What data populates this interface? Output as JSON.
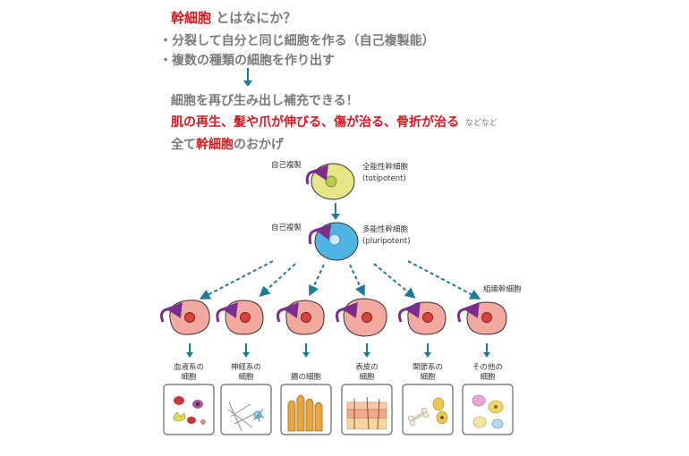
{
  "intro": {
    "title_red": "幹細胞",
    "title_rest": " とはなにか？",
    "bullet1": "・分裂して自分と同じ細胞を作る（自己複製能）",
    "bullet2": "・複数の種類の細胞を作り出す",
    "line3": "細胞を再び生み出し補充できる！",
    "examples_red": "肌の再生、髪や爪が伸びる、傷が治る、骨折が治る",
    "examples_etc": "などなど",
    "closing_pre": "全て",
    "closing_red": "幹細胞",
    "closing_post": "のおかげ"
  },
  "diagram": {
    "self_renewal": "自己複製",
    "totipotent_jp": "全能性幹細胞",
    "totipotent_en": "(totipotent)",
    "pluripotent_jp": "多能性幹細胞",
    "pluripotent_en": "(pluripotent)",
    "tissue_stem": "組織幹細胞",
    "categories": [
      {
        "line1": "血液系の",
        "line2": "細胞"
      },
      {
        "line1": "神経系の",
        "line2": "細胞"
      },
      {
        "line1": "腸の細胞",
        "line2": ""
      },
      {
        "line1": "表皮の",
        "line2": "細胞"
      },
      {
        "line1": "関節系の",
        "line2": "細胞"
      },
      {
        "line1": "その他の",
        "line2": "細胞"
      }
    ]
  },
  "colors": {
    "red": "#d9161e",
    "arrow": "#1e7a96",
    "self_renewal_arrow": "#7a2e8e",
    "totipotent": "#e6e58a",
    "pluripotent": "#4fb3e3",
    "tissue": "#f2a9a0"
  }
}
